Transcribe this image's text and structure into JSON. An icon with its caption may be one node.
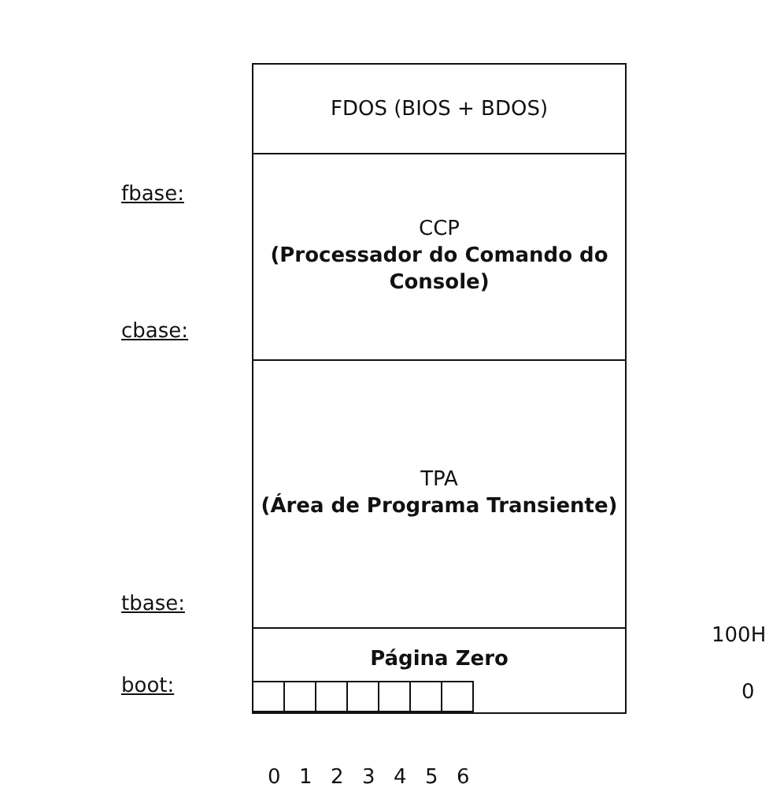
{
  "diagram": {
    "nodes": [
      {
        "text": [
          "FDOS (BIOS + BDOS)"
        ]
      },
      {
        "text": [
          "CCP",
          "(Processador do Comando do Console)"
        ]
      },
      {
        "text": [
          "TPA",
          "(Área de Programa Transiente)"
        ]
      },
      {
        "text": [
          "Página Zero"
        ]
      },
      {
        "text": [],
        "shape": "box",
        "in": 3
      },
      {
        "text": [],
        "shape": "box",
        "in": 3
      },
      {
        "text": [],
        "shape": "box",
        "in": 3
      },
      {
        "text": [],
        "shape": "box",
        "in": 3
      },
      {
        "text": [],
        "shape": "box",
        "in": 3
      },
      {
        "text": [],
        "shape": "box",
        "in": 3
      },
      {
        "text": [],
        "shape": "box",
        "in": 3
      }
    ],
    "edges": [],
    "labels": [
      "fbase:",
      "cbase:",
      "tbase:",
      "100H",
      "boot:",
      "0",
      "0",
      "1",
      "2",
      "3",
      "4",
      "5",
      "6"
    ]
  }
}
